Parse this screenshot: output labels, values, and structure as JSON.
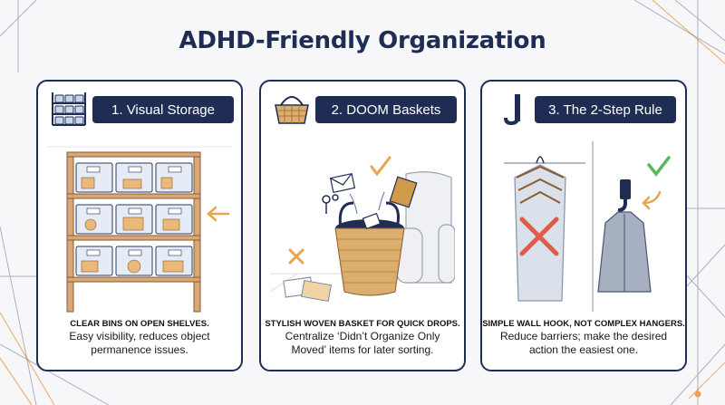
{
  "title": "ADHD-Friendly Organization",
  "cards": [
    {
      "heading": "1. Visual Storage",
      "caption_title": "CLEAR BINS ON OPEN SHELVES.",
      "caption_body": "Easy visibility, reduces object permanence issues."
    },
    {
      "heading": "2. DOOM Baskets",
      "caption_title": "STYLISH WOVEN BASKET FOR QUICK DROPS.",
      "caption_body": "Centralize ‘Didn’t Organize Only Moved’ items for later sorting."
    },
    {
      "heading": "3. The 2-Step Rule",
      "caption_title": "SIMPLE WALL HOOK, NOT COMPLEX HANGERS.",
      "caption_body": "Reduce barriers; make the desired action the easiest one."
    }
  ],
  "colors": {
    "navy": "#1f2d55",
    "orange": "#e9a451",
    "wood": "#d8a878",
    "red_x": "#e05b4a",
    "green_check": "#5cb85c",
    "basket": "#dcae6d"
  },
  "icons": [
    "shelf-icon",
    "basket-icon",
    "hook-icon"
  ]
}
